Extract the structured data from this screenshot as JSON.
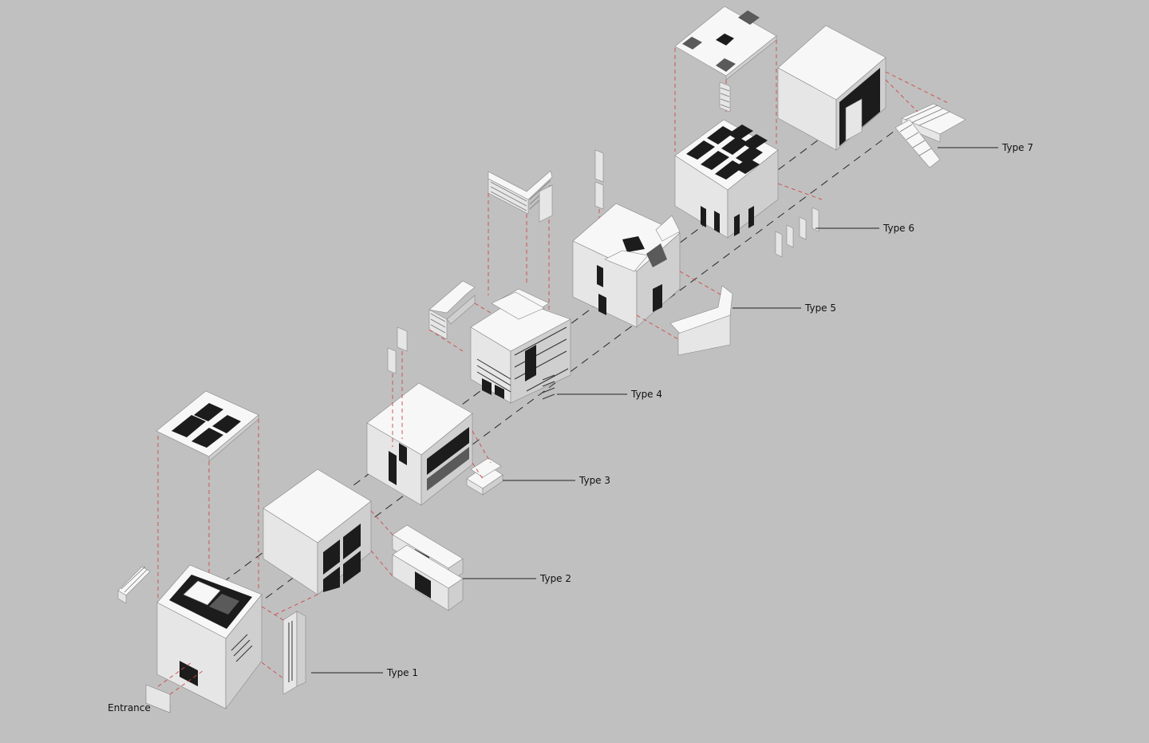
{
  "diagram": {
    "labels": {
      "entrance": "Entrance",
      "type1": "Type 1",
      "type2": "Type 2",
      "type3": "Type 3",
      "type4": "Type 4",
      "type5": "Type 5",
      "type6": "Type 6",
      "type7": "Type 7"
    },
    "colors": {
      "background": "#c0c0c0",
      "guide_lines": "#d04848",
      "axis_line": "#2a2a2a",
      "text": "#111111"
    }
  }
}
